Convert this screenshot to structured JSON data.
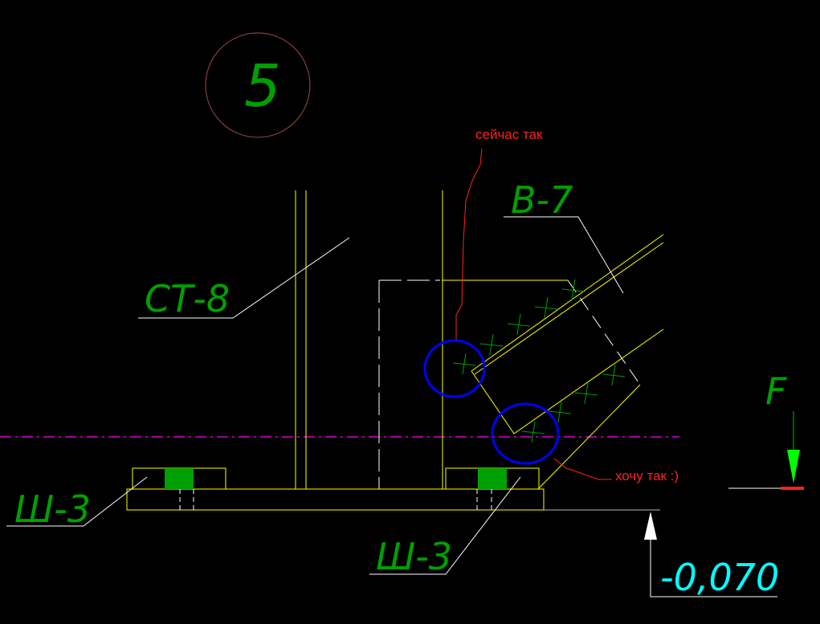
{
  "drawing": {
    "node_number": "5",
    "labels": {
      "ct8": "СТ-8",
      "b7": "В-7",
      "sh3_left": "Ш-3",
      "sh3_right": "Ш-3",
      "force": "F",
      "elevation": "-0,070"
    },
    "notes": {
      "current": "сейчас так",
      "wanted": "хочу так :)"
    },
    "colors": {
      "background": "#000000",
      "structure": "#ffff00",
      "label": "#00a000",
      "annotation": "#ff2020",
      "highlight": "#0000ff",
      "axis": "#ff00ff",
      "elevation": "#00ffff"
    }
  }
}
